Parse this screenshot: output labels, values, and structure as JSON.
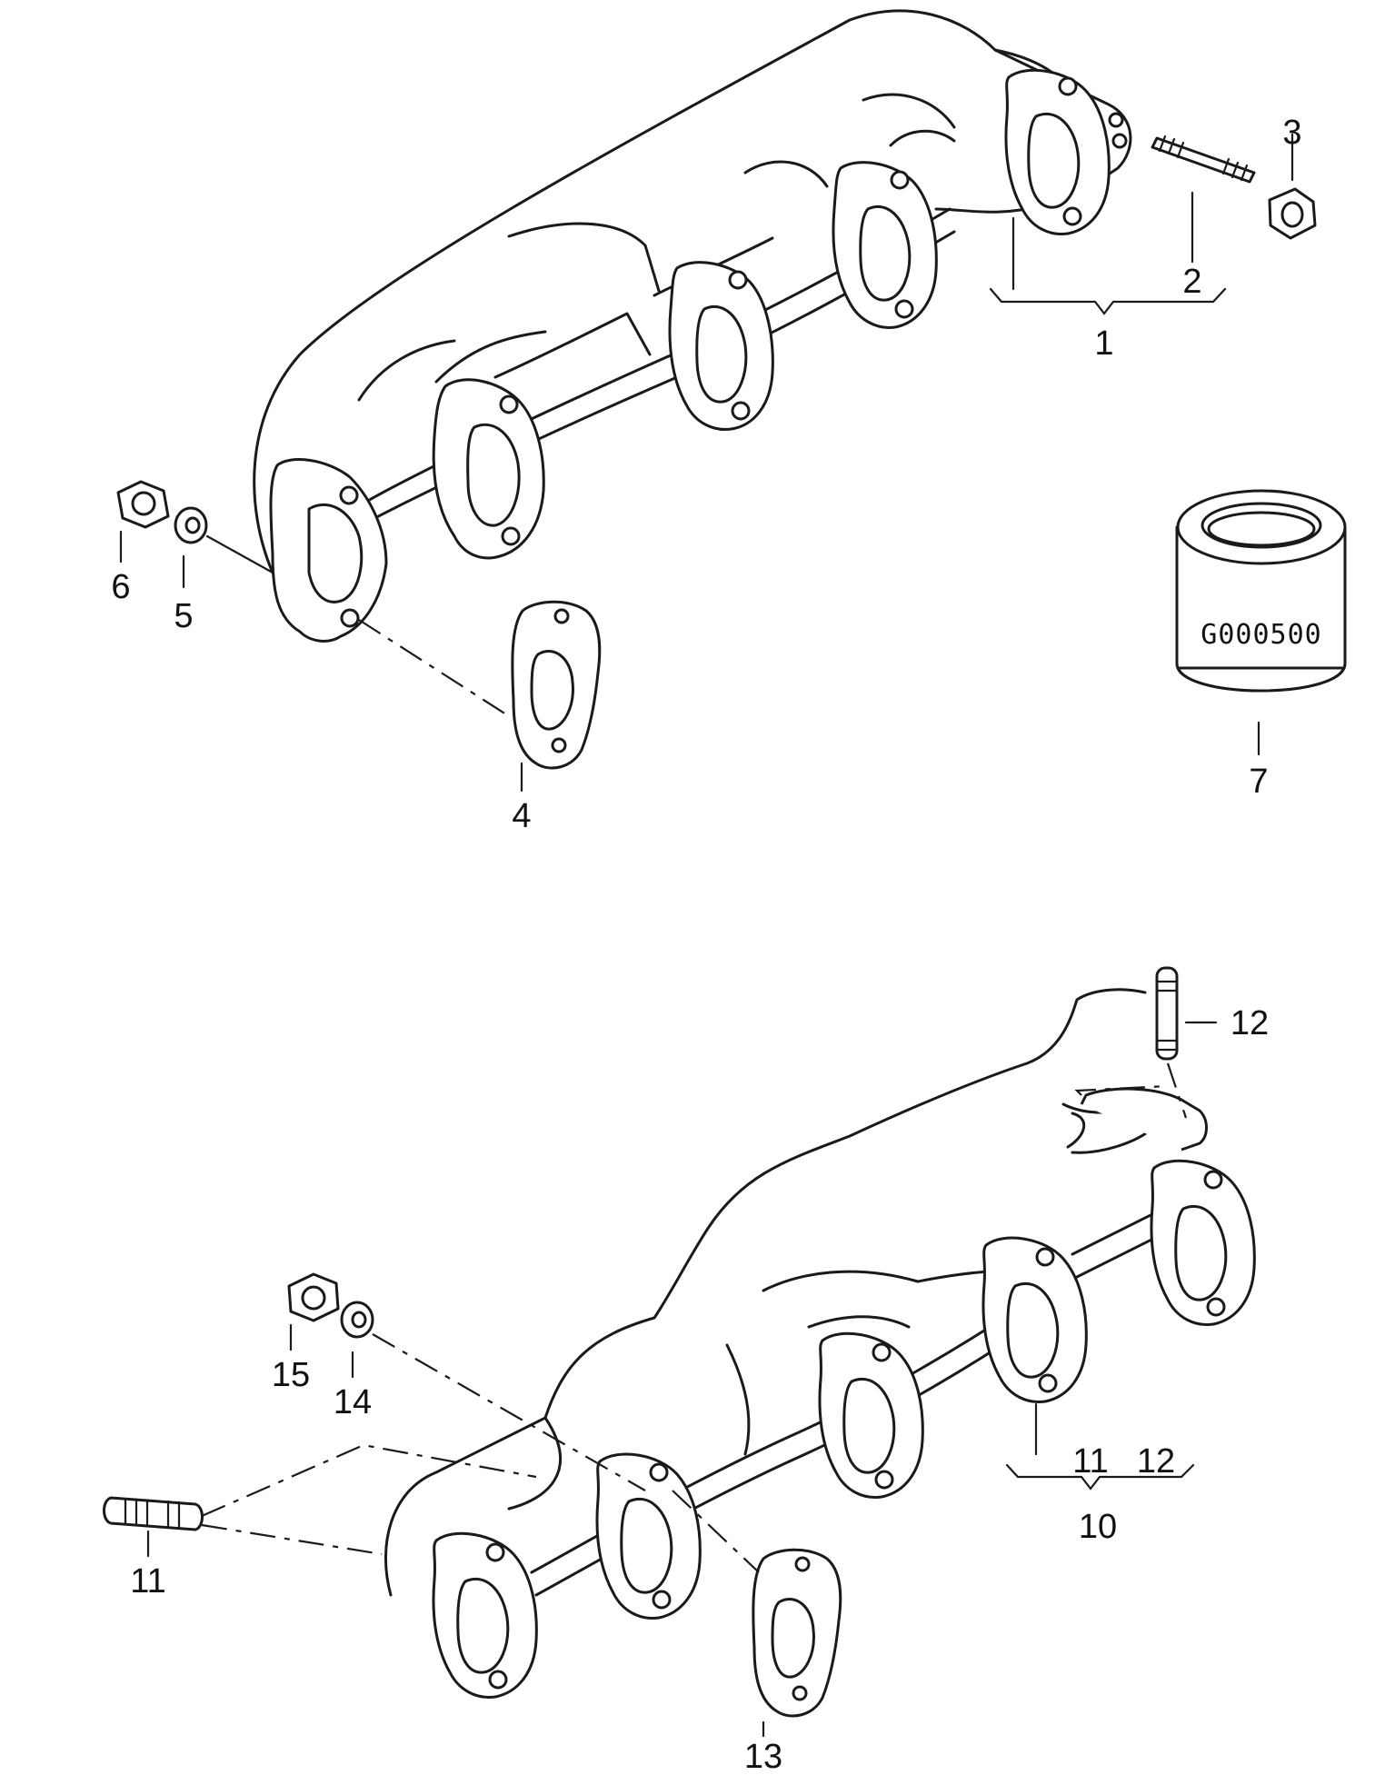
{
  "diagram": {
    "reference_code": "G000500",
    "callouts": [
      "1",
      "2",
      "3",
      "4",
      "5",
      "6",
      "7",
      "10",
      "11",
      "11",
      "12",
      "12",
      "13",
      "14",
      "15"
    ]
  }
}
